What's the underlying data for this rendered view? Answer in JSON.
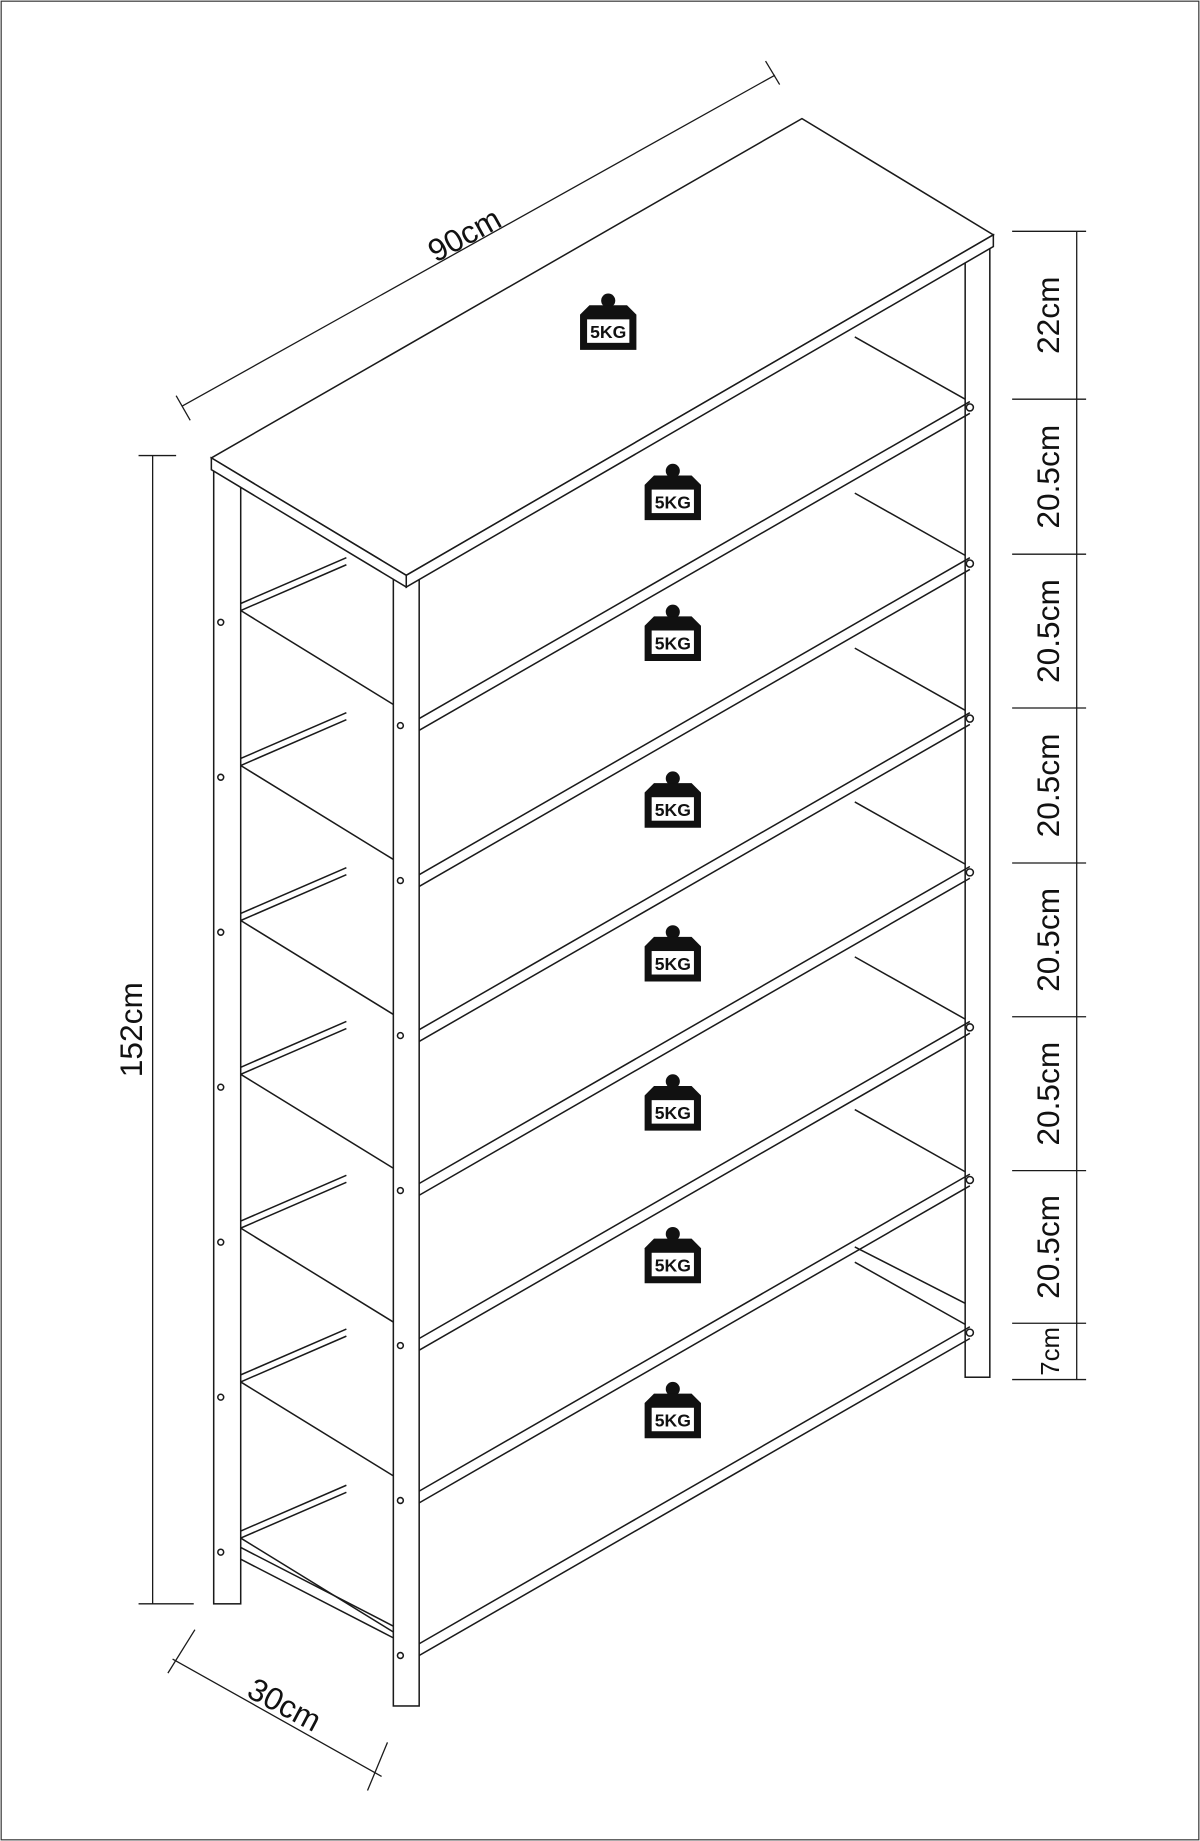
{
  "dimensions": {
    "width": "90cm",
    "height": "152cm",
    "depth": "30cm",
    "tier_spacings": [
      "22cm",
      "20.5cm",
      "20.5cm",
      "20.5cm",
      "20.5cm",
      "20.5cm",
      "20.5cm",
      "7cm"
    ]
  },
  "shelves": [
    {
      "load": "5KG"
    },
    {
      "load": "5KG"
    },
    {
      "load": "5KG"
    },
    {
      "load": "5KG"
    },
    {
      "load": "5KG"
    },
    {
      "load": "5KG"
    },
    {
      "load": "5KG"
    },
    {
      "load": "5KG"
    }
  ]
}
